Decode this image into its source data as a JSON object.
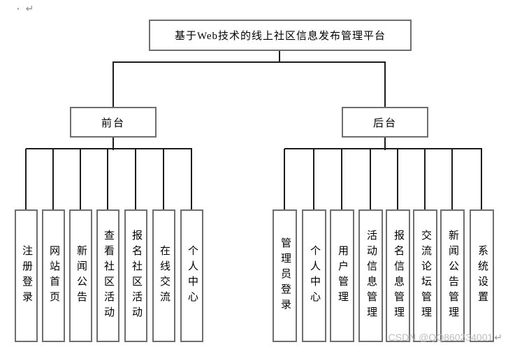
{
  "marks": {
    "bullet": "·",
    "return_arrow": "↵"
  },
  "diagram": {
    "root_label": "基于Web技术的线上社区信息发布管理平台",
    "branches": [
      {
        "label": "前台",
        "children": [
          "注册登录",
          "网站首页",
          "新闻公告",
          "查看社区活动",
          "报名社区活动",
          "在线交流",
          "个人中心"
        ]
      },
      {
        "label": "后台",
        "children": [
          "管理员登录",
          "个人中心",
          "用户管理",
          "活动信息管理",
          "报名信息管理",
          "交流论坛管理",
          "新闻公告管理",
          "系统设置"
        ]
      }
    ]
  },
  "watermark": {
    "text": "CSDN @QQ860234001",
    "return_mark": "↵"
  },
  "colors": {
    "background": "#ffffff",
    "connector_line": "#1c1c1c",
    "box_border": "#6e6e6e",
    "text": "#000000",
    "watermark_text": "#bdbdbd",
    "paragraph_mark": "#8c8c8c"
  }
}
